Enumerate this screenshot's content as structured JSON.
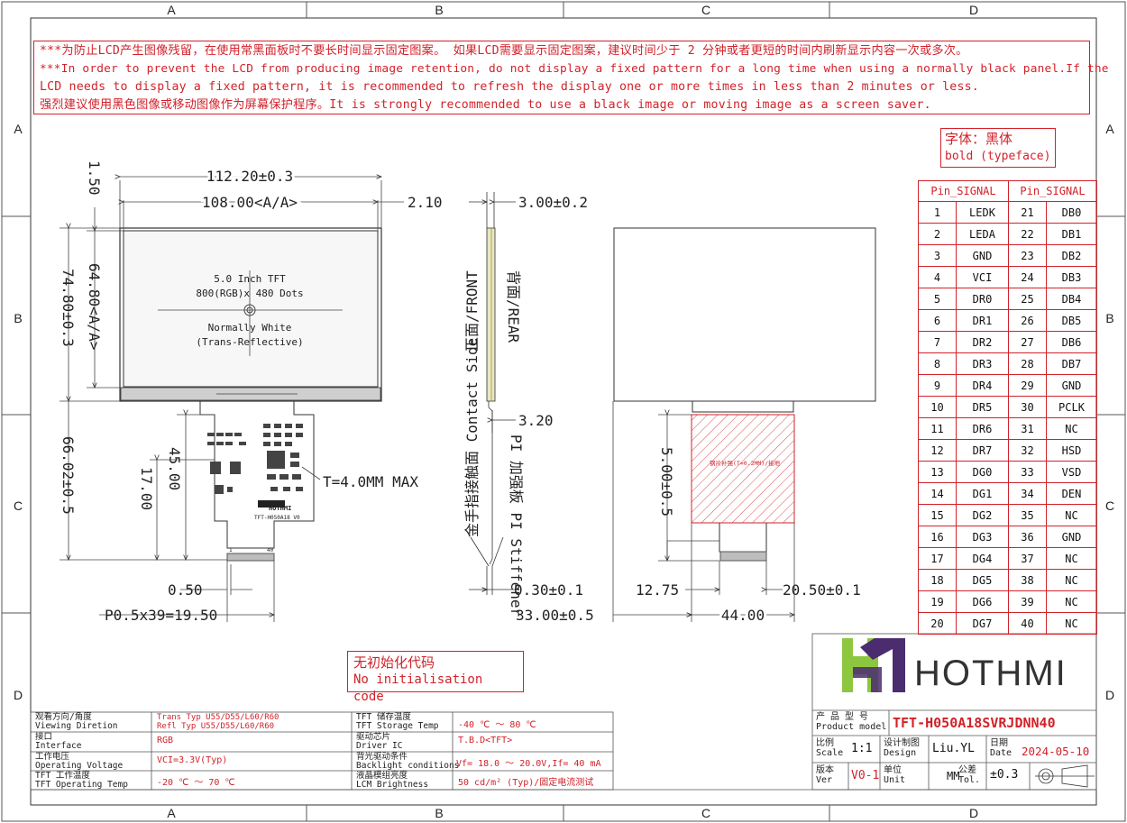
{
  "grid": {
    "columns": [
      "A",
      "B",
      "C",
      "D"
    ],
    "rows": [
      "A",
      "B",
      "C",
      "D"
    ]
  },
  "notice": {
    "line1": "***为防止LCD产生图像残留，在使用常黑面板时不要长时间显示固定图案。 如果LCD需要显示固定图案，建议时间少于 2 分钟或者更短的时间内刷新显示内容一次或多次。",
    "line2": "***In order to prevent the LCD from producing image retention, do not display a fixed pattern for a long time when using a normally black panel.If the",
    "line3": " LCD needs to display a fixed pattern, it is recommended to refresh the display one or more times in less than 2 minutes or less.",
    "line4": "强烈建议使用黑色图像或移动图像作为屏幕保护程序。It is strongly recommended to use a black image or moving image as a screen saver."
  },
  "typeface": {
    "cn": "字体：黑体",
    "en": "bold (typeface)"
  },
  "front_view": {
    "panel_line1": "5.0 Inch TFT",
    "panel_line2": "800(RGB)x 480 Dots",
    "panel_line3": "Normally White",
    "panel_line4": "(Trans-Reflective)",
    "dim_outline_w": "112.20±0.3",
    "dim_aa_w": "108.00<A/A>",
    "dim_offset_right": "2.10",
    "dim_offset_top": "1.50",
    "dim_aa_h": "64.80<A/A>",
    "dim_outline_h": "74.80±0.3",
    "dim_total_h": "66.02±0.5",
    "dim_fpc_45": "45.00",
    "dim_fpc_17": "17.00",
    "dim_050": "0.50",
    "dim_pitch": "P0.5x39=19.50",
    "thickness_note": "T=4.0MM MAX",
    "fpc_brand": "HOTHMI",
    "fpc_model": "TFT-H050A18 V0",
    "pin_first": "1",
    "pin_last": "40"
  },
  "side_view": {
    "front_label": "正面/FRONT",
    "rear_label": "背面/REAR",
    "dim_thickness": "3.00±0.2",
    "dim_320": "3.20",
    "dim_030": "0.30±0.1",
    "contact_label": "金手指接触面 Contact Side",
    "stiffener_label": "PI 加强板 PI Stiffener"
  },
  "rear_view": {
    "steel_label": "钢片补强(T=0.2MM)/接地",
    "dim_500": "5.00±0.5",
    "dim_1275": "12.75",
    "dim_2050": "20.50±0.1",
    "dim_3300": "33.00±0.5",
    "dim_4400": "44.00"
  },
  "pin_table": {
    "header": [
      "Pin_SIGNAL",
      "Pin_SIGNAL"
    ],
    "rows": [
      [
        "1",
        "LEDK",
        "21",
        "DB0"
      ],
      [
        "2",
        "LEDA",
        "22",
        "DB1"
      ],
      [
        "3",
        "GND",
        "23",
        "DB2"
      ],
      [
        "4",
        "VCI",
        "24",
        "DB3"
      ],
      [
        "5",
        "DR0",
        "25",
        "DB4"
      ],
      [
        "6",
        "DR1",
        "26",
        "DB5"
      ],
      [
        "7",
        "DR2",
        "27",
        "DB6"
      ],
      [
        "8",
        "DR3",
        "28",
        "DB7"
      ],
      [
        "9",
        "DR4",
        "29",
        "GND"
      ],
      [
        "10",
        "DR5",
        "30",
        "PCLK"
      ],
      [
        "11",
        "DR6",
        "31",
        "NC"
      ],
      [
        "12",
        "DR7",
        "32",
        "HSD"
      ],
      [
        "13",
        "DG0",
        "33",
        "VSD"
      ],
      [
        "14",
        "DG1",
        "34",
        "DEN"
      ],
      [
        "15",
        "DG2",
        "35",
        "NC"
      ],
      [
        "16",
        "DG3",
        "36",
        "GND"
      ],
      [
        "17",
        "DG4",
        "37",
        "NC"
      ],
      [
        "18",
        "DG5",
        "38",
        "NC"
      ],
      [
        "19",
        "DG6",
        "39",
        "NC"
      ],
      [
        "20",
        "DG7",
        "40",
        "NC"
      ]
    ]
  },
  "init_note": {
    "cn": "无初始化代码",
    "en": "No initialisation code"
  },
  "specs": {
    "view_dir_cn": "观看方向/角度",
    "view_dir_en": "Viewing Diretion",
    "view_dir_val1": "Trans Typ U55/D55/L60/R60",
    "view_dir_val2": "Refl Typ U55/D55/L60/R60",
    "interface_cn": "接口",
    "interface_en": "Interface",
    "interface_val": "RGB",
    "voltage_cn": "工作电压",
    "voltage_en": "Operating Voltage",
    "voltage_val": "VCI=3.3V(Typ)",
    "op_temp_cn": "TFT 工作温度",
    "op_temp_en": "TFT Operating Temp",
    "op_temp_val": "-20 ℃ ～ 70 ℃",
    "storage_cn": "TFT 储存温度",
    "storage_en": "TFT Storage Temp",
    "storage_val": "-40 ℃ ～ 80 ℃",
    "driver_cn": "驱动芯片",
    "driver_en": "Driver IC",
    "driver_val": "T.B.D<TFT>",
    "backlight_cn": "背光驱动条件",
    "backlight_en": "Backlight conditions",
    "backlight_val": "Vf= 18.0 ～ 20.0V,If= 40 mA",
    "brightness_cn": "液晶模组亮度",
    "brightness_en": "LCM Brightness",
    "brightness_val": "50 cd/m² (Typ)/固定电流测试"
  },
  "title_block": {
    "logo_text": "HOTHMI",
    "model_cn": "产 品 型 号",
    "model_en": "Product model",
    "model_val": "TFT-H050A18SVRJDNN40",
    "scale_cn": "比例",
    "scale_en": "Scale",
    "scale_val": "1:1",
    "design_cn": "设计制图",
    "design_en": "Design",
    "design_val": "Liu.YL",
    "date_cn": "日期",
    "date_en": "Date",
    "date_val": "2024-05-10",
    "ver_cn": "版本",
    "ver_en": "Ver",
    "ver_val": "V0-1",
    "unit_cn": "单位",
    "unit_en": "Unit",
    "unit_val": "MM",
    "tol_cn": "公差",
    "tol_en": "Tol.",
    "tol_val": "±0.3"
  },
  "colors": {
    "red": "#d2222a",
    "line": "#333333",
    "logo_green": "#8dc63f",
    "logo_purple": "#4b2c6f"
  }
}
